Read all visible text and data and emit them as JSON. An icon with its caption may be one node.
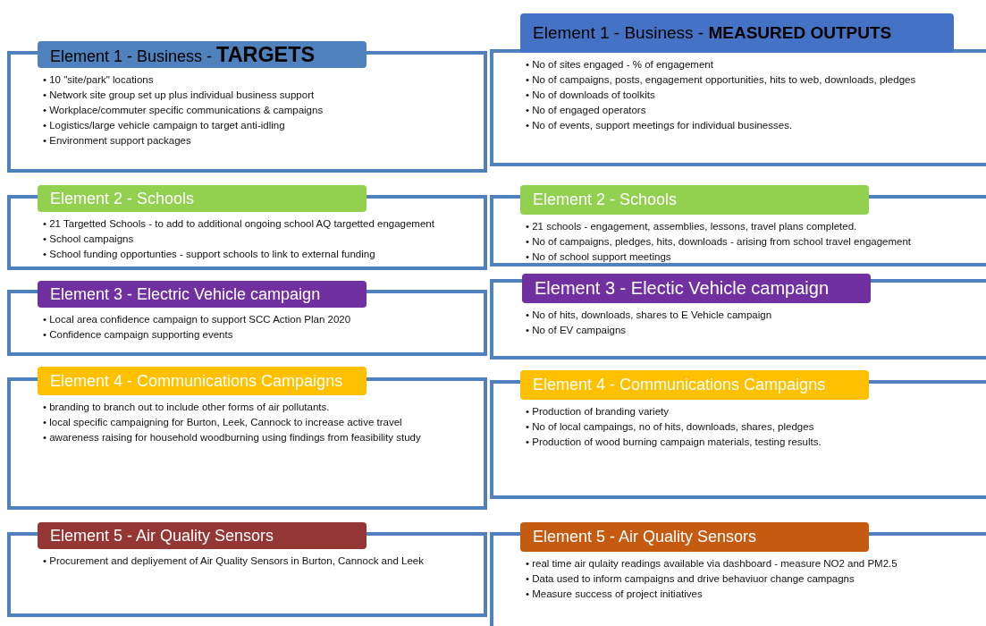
{
  "diagram": {
    "nodes": [
      {
        "text": [
          "Element 1 - Business - **TARGETS**",
          "• 10 \"site/park\" locations",
          "• Network site group set up plus individual business support",
          "• Workplace/commuter specific communications & campaigns",
          "• Logistics/large vehicle campaign to target anti-idling",
          "• Environment support packages"
        ]
      },
      {
        "text": [
          "Element 1 - Business - **MEASURED OUTPUTS**",
          "• No of sites engaged - % of engagement",
          "• No of campaigns, posts, engagement opportunities, hits to web, downloads, pledges",
          "• No of downloads of toolkits",
          "• No of engaged operators",
          "• No of events, support meetings for individual businesses."
        ]
      },
      {
        "text": [
          "Element 2 - Schools",
          "• 21 Targetted Schools - to add to additional ongoing school AQ targetted engagement",
          "• School campaigns",
          "• School funding opportunties - support schools to link to external funding"
        ]
      },
      {
        "text": [
          "Element 2 - Schools",
          "• 21 schools - engagement, assemblies, lessons, travel plans completed.",
          "• No of campaigns, pledges, hits, downloads - arising from school travel engagement",
          "• No of school support meetings"
        ]
      },
      {
        "text": [
          "Element 3 - Electric Vehicle campaign",
          "• Local area confidence campaign to support SCC Action Plan 2020",
          "• Confidence campaign supporting events"
        ]
      },
      {
        "text": [
          "Element 3 - Electic Vehicle campaign",
          "• No of hits, downloads, shares to E Vehicle campaign",
          "• No of EV campaigns"
        ]
      },
      {
        "text": [
          "Element 4 -  Communications Campaigns",
          "• branding to branch out to include other forms of air pollutants.",
          "• local specific campaigning for Burton, Leek, Cannock to increase active travel",
          "• awareness raising for household woodburning using findings from feasibility study"
        ]
      },
      {
        "text": [
          "Element 4 - Communications Campaigns",
          "• Production of branding variety",
          "• No of local campaings, no of hits, downloads, shares, pledges",
          "• Production of wood burning campaign materials, testing results."
        ]
      },
      {
        "text": [
          "Element 5 - Air Quality Sensors",
          "• Procurement and depliyement of Air Quality Sensors in Burton, Cannock and Leek"
        ]
      },
      {
        "text": [
          "Element 5 - Air Quality Sensors",
          "• real time air qulaity readings available via dashboard - measure NO2 and PM2.5",
          "• Data used to inform campaigns and drive behaviuor change campagns",
          "• Measure success of project initiatives"
        ]
      }
    ]
  }
}
